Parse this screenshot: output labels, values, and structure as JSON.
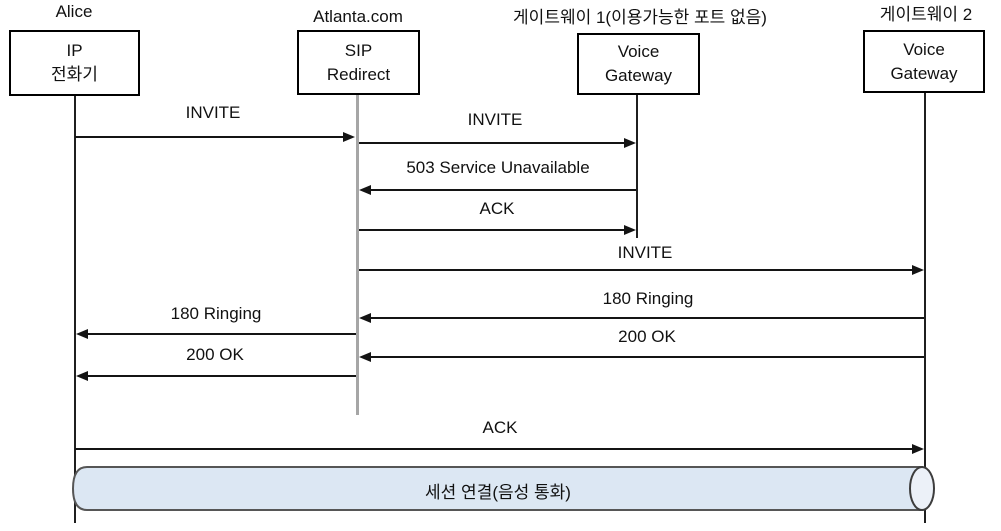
{
  "diagram": {
    "type": "sip-call-flow-sequence",
    "actors": [
      {
        "id": "alice",
        "title": "Alice",
        "box_line1": "IP",
        "box_line2": "전화기"
      },
      {
        "id": "atlanta",
        "title": "Atlanta.com",
        "box_line1": "SIP",
        "box_line2": "Redirect"
      },
      {
        "id": "gateway1",
        "title": "게이트웨이 1(이용가능한 포트 없음)",
        "box_line1": "Voice",
        "box_line2": "Gateway"
      },
      {
        "id": "gateway2",
        "title": "게이트웨이 2",
        "box_line1": "Voice",
        "box_line2": "Gateway"
      }
    ],
    "messages": [
      {
        "label": "INVITE",
        "from": "alice",
        "to": "atlanta"
      },
      {
        "label": "INVITE",
        "from": "atlanta",
        "to": "gateway1"
      },
      {
        "label": "503 Service Unavailable",
        "from": "gateway1",
        "to": "atlanta"
      },
      {
        "label": "ACK",
        "from": "atlanta",
        "to": "gateway1"
      },
      {
        "label": "INVITE",
        "from": "atlanta",
        "to": "gateway2"
      },
      {
        "label": "180 Ringing",
        "from": "gateway2",
        "to": "atlanta"
      },
      {
        "label": "180 Ringing",
        "from": "atlanta",
        "to": "alice"
      },
      {
        "label": "200 OK",
        "from": "gateway2",
        "to": "atlanta"
      },
      {
        "label": "200 OK",
        "from": "atlanta",
        "to": "alice"
      },
      {
        "label": "ACK",
        "from": "alice",
        "to": "gateway2"
      }
    ],
    "session_bar": {
      "label": "세션 연결(음성 통화)",
      "fill_color": "#dce7f3",
      "cap_fill_color": "#ecf1f8"
    },
    "colors": {
      "arrow": "#141414",
      "box_border": "#000000",
      "lifeline": "#1f1f1f",
      "lifeline_gray": "#a6a6a6"
    }
  }
}
